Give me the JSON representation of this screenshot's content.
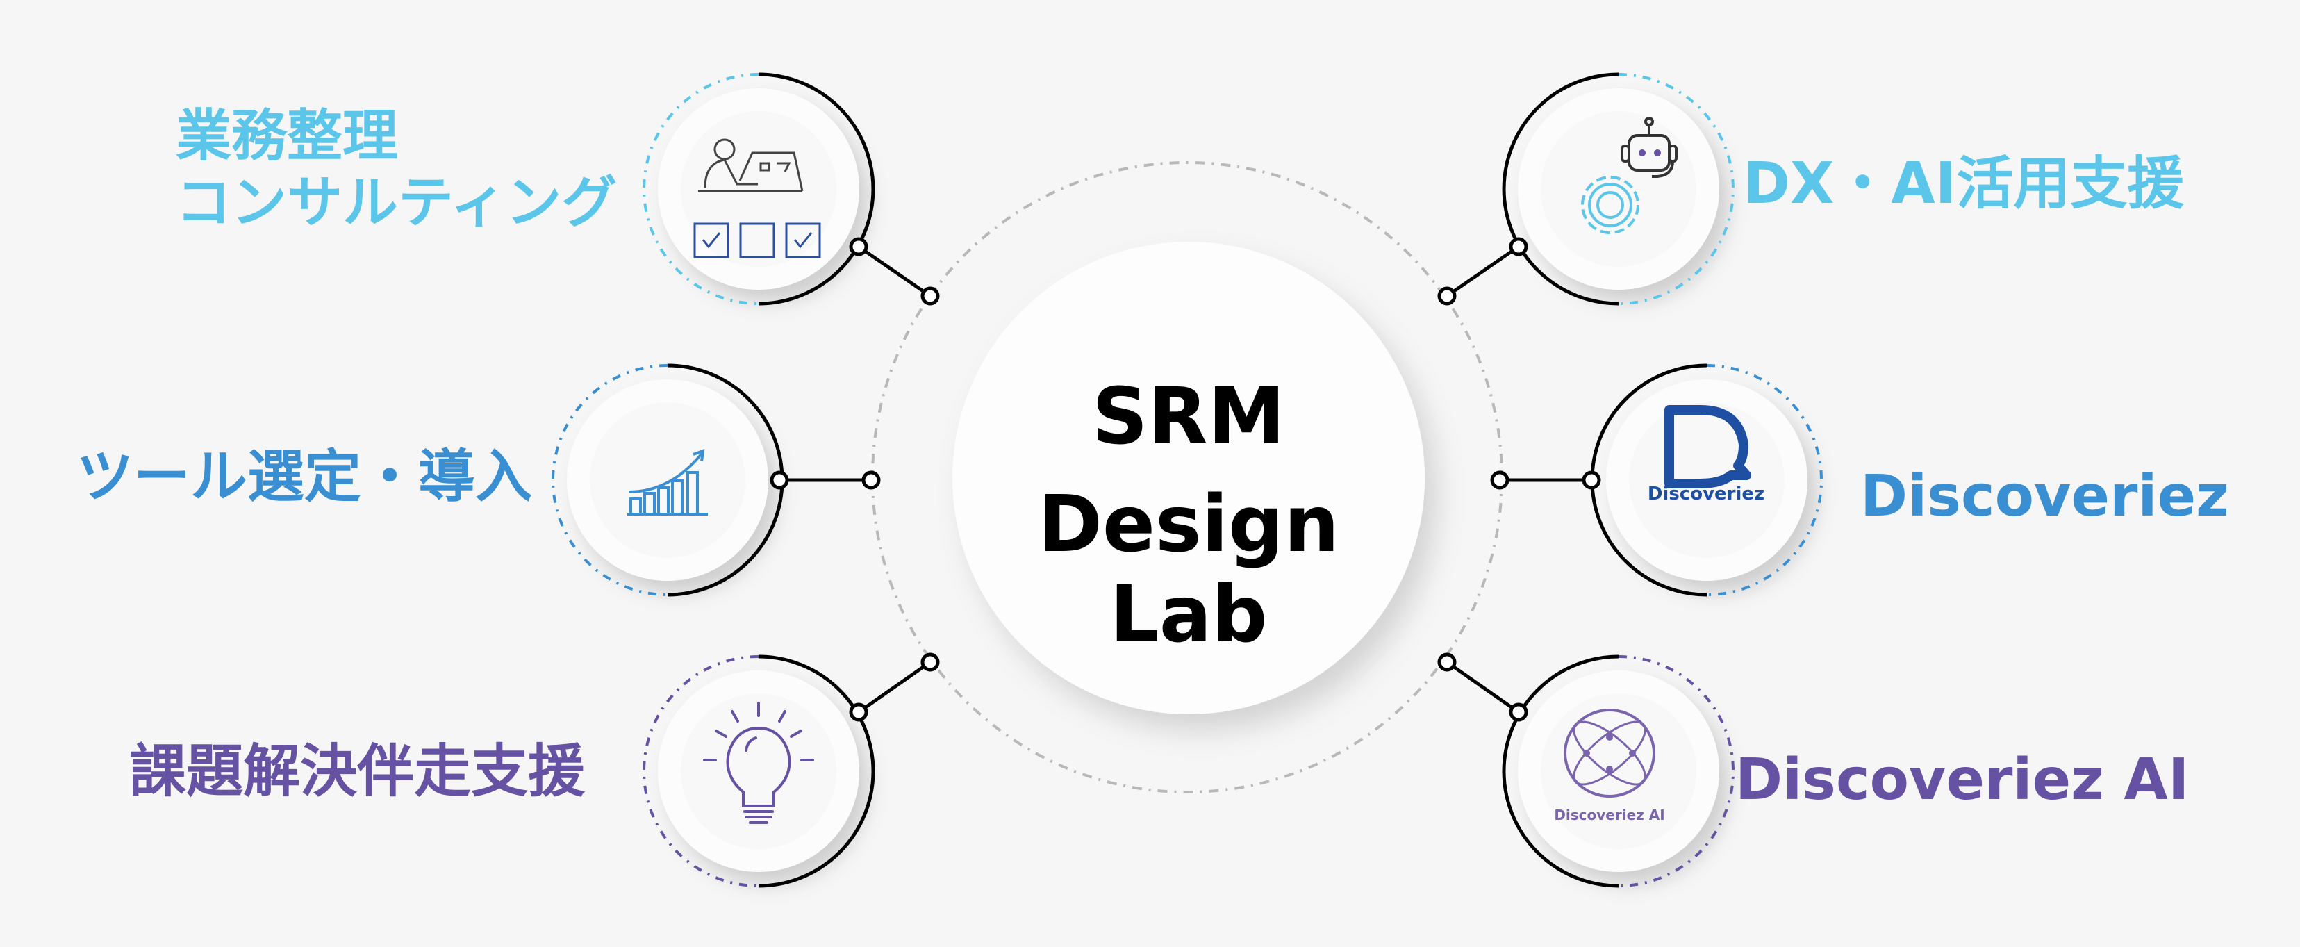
{
  "center": {
    "line1": "SRM",
    "line2": "Design Lab"
  },
  "services": [
    {
      "label_line1": "業務整理",
      "label_line2": "コンサルティング",
      "icon": "desk-worker-checklist-icon",
      "color": "#5cc6ea"
    },
    {
      "label": "ツール選定・導入",
      "icon": "growth-chart-icon",
      "color": "#3a8fd2"
    },
    {
      "label": "課題解決伴走支援",
      "icon": "lightbulb-icon",
      "color": "#6652a3"
    },
    {
      "label": "DX・AI活用支援",
      "icon": "robot-gear-icon",
      "color": "#5cc6ea"
    },
    {
      "label": "Discoveriez",
      "icon": "discoveriez-logo-icon",
      "logo_text": "Discoveriez",
      "color": "#3a8fd2"
    },
    {
      "label": "Discoveriez AI",
      "icon": "discoveriez-ai-logo-icon",
      "logo_text": "Discoveriez AI",
      "color": "#6652a3"
    }
  ],
  "colors": {
    "background": "#f6f6f6",
    "logo_blue": "#1f4fa2",
    "line": "#000000",
    "dashed_orbit": "#b8b8b8"
  }
}
